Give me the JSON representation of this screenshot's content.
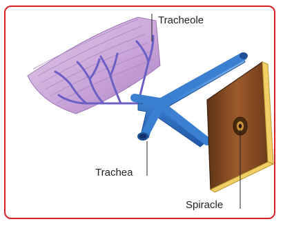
{
  "labels": {
    "tracheole": "Tracheole",
    "trachea": "Trachea",
    "spiracle": "Spiracle"
  },
  "colors": {
    "frame": "#d91f26",
    "tube": "#3a7fd0",
    "tissue": "#c9a3d8",
    "body_wall": "#8a4f24"
  }
}
